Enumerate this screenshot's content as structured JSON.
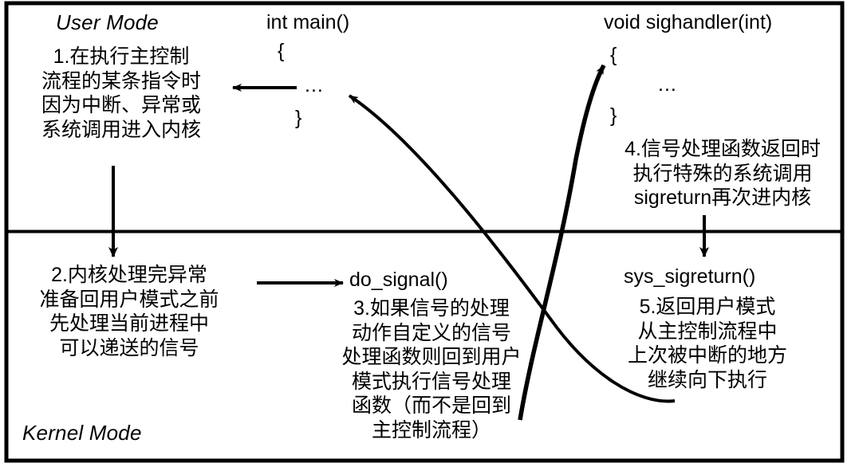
{
  "diagram": {
    "title_user_mode": "User Mode",
    "title_kernel_mode": "Kernel Mode",
    "frame_color": "#000000",
    "background_color": "#ffffff",
    "line_color": "#000000"
  },
  "user_mode": {
    "label": "User Mode",
    "step1": "1.在执行主控制\n流程的某条指令时\n因为中断、异常或\n系统调用进入内核",
    "main_fn": {
      "signature": "int main()",
      "open_brace": "{",
      "body": "...",
      "close_brace": "}"
    },
    "sighandler_fn": {
      "signature": "void sighandler(int)",
      "open_brace": "{",
      "body": "...",
      "close_brace": "}"
    },
    "step4": "4.信号处理函数返回时\n执行特殊的系统调用\nsigreturn再次进内核"
  },
  "kernel_mode": {
    "label": "Kernel Mode",
    "step2": "2.内核处理完异常\n准备回用户模式之前\n先处理当前进程中\n可以递送的信号",
    "do_signal": {
      "name": "do_signal()",
      "step3": "3.如果信号的处理\n动作自定义的信号\n处理函数则回到用户\n模式执行信号处理\n函数（而不是回到\n主控制流程）"
    },
    "sys_sigreturn": {
      "name": "sys_sigreturn()",
      "step5": "5.返回用户模式\n从主控制流程中\n上次被中断的地方\n继续向下执行"
    }
  },
  "arrows": [
    {
      "name": "main-to-step1",
      "desc": "horizontal arrow from main body to step 1 text"
    },
    {
      "name": "step1-to-step2",
      "desc": "vertical arrow crossing mode divider into kernel"
    },
    {
      "name": "step2-to-do-signal",
      "desc": "horizontal arrow to do_signal()"
    },
    {
      "name": "do-signal-to-sighandler",
      "desc": "thick curve from do_signal up to sighandler"
    },
    {
      "name": "step4-to-sys-sigreturn",
      "desc": "vertical arrow crossing divider to sys_sigreturn"
    },
    {
      "name": "sys-sigreturn-to-main",
      "desc": "thin curve back to main body"
    }
  ]
}
